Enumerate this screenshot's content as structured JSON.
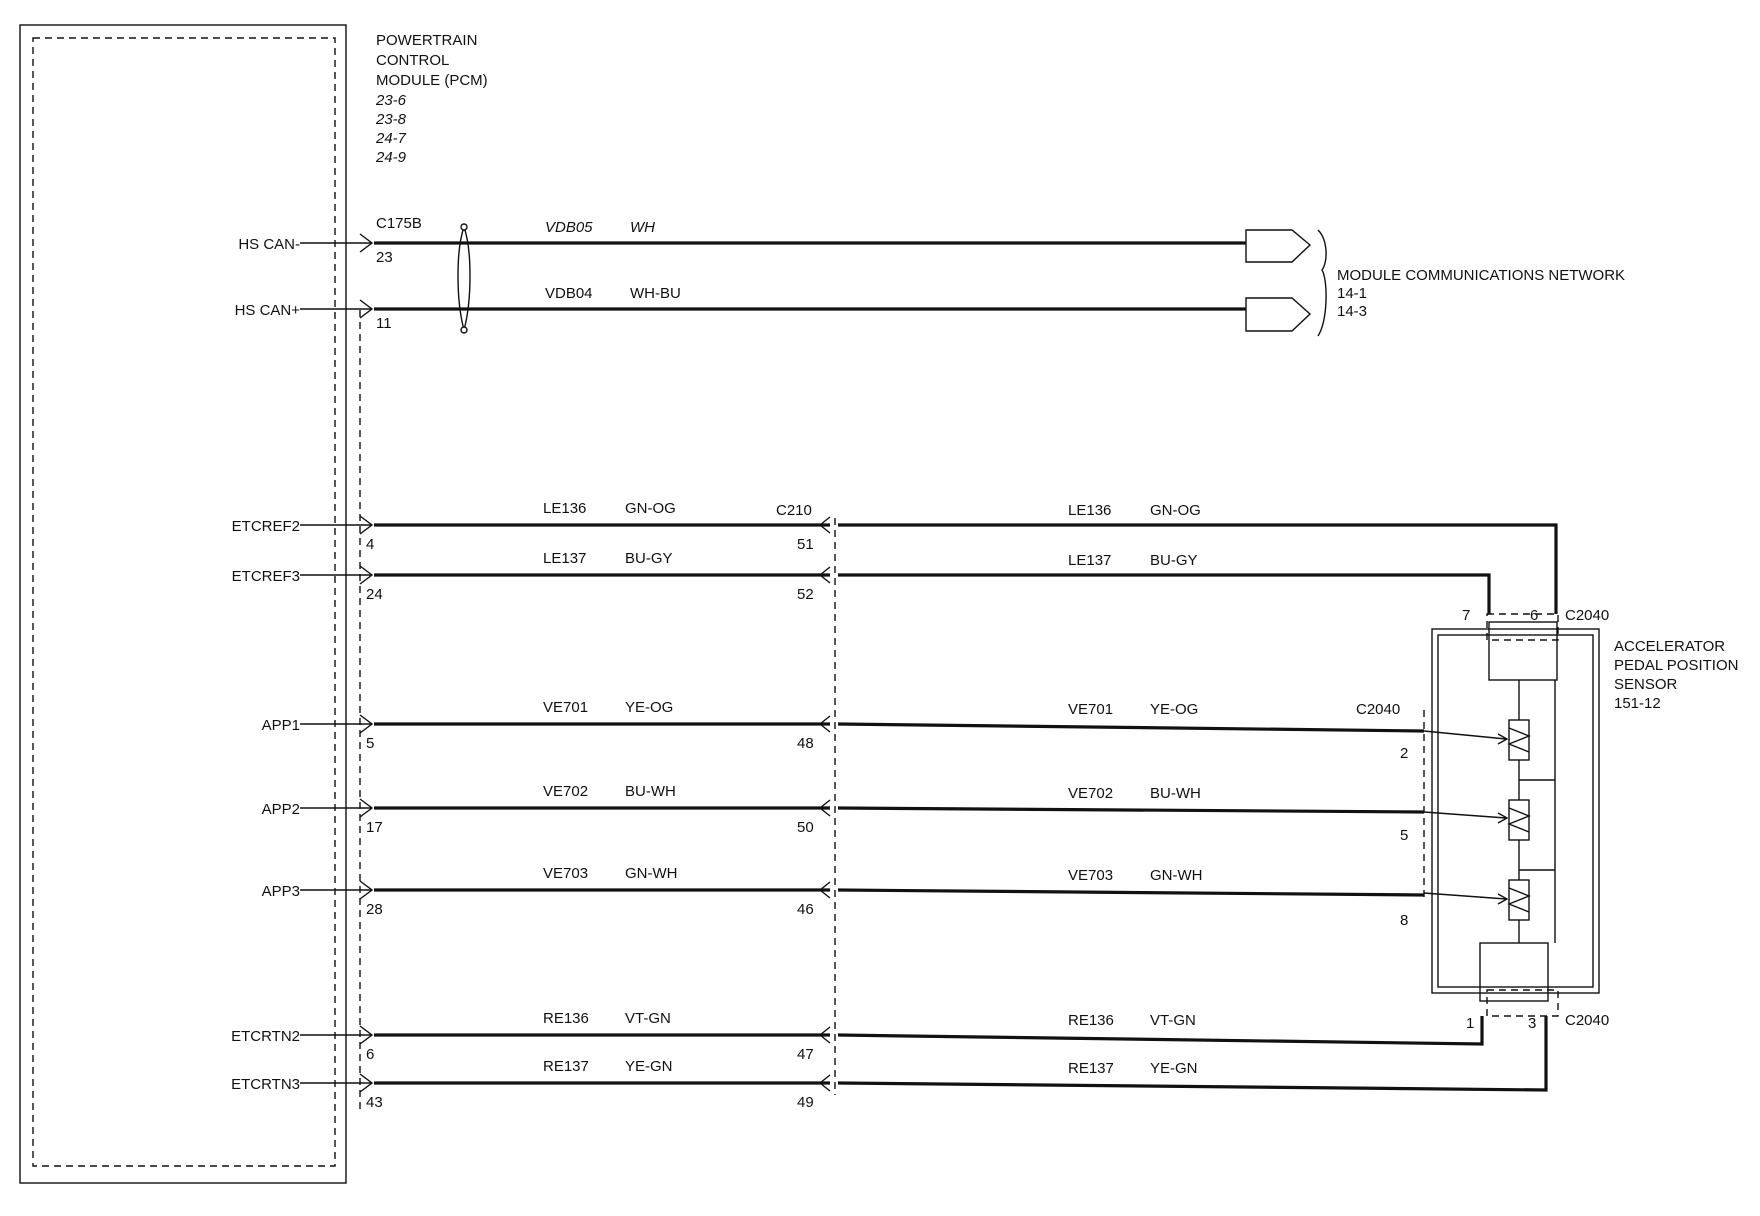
{
  "pcm": {
    "title_lines": [
      "POWERTRAIN",
      "CONTROL",
      "MODULE (PCM)",
      "23-6",
      "23-8",
      "24-7",
      "24-9"
    ],
    "connector": "C175B"
  },
  "inline_connector": "C210",
  "sensor": {
    "title_lines": [
      "ACCELERATOR",
      "PEDAL POSITION",
      "SENSOR",
      "151-12"
    ],
    "connector_top": "C2040",
    "connector_mid": "C2040",
    "connector_bottom": "C2040"
  },
  "network": {
    "title": "MODULE COMMUNICATIONS NETWORK",
    "refs": [
      "14-1",
      "14-3"
    ]
  },
  "can_signals": [
    {
      "signal": "HS CAN-",
      "pin": "23",
      "circuit": "VDB05",
      "color": "WH"
    },
    {
      "signal": "HS CAN+",
      "pin": "11",
      "circuit": "VDB04",
      "color": "WH-BU"
    }
  ],
  "signals": [
    {
      "signal": "ETCREF2",
      "pcm_pin": "4",
      "circuit": "LE136",
      "color": "GN-OG",
      "c210_pin": "51",
      "sensor_pin": "6"
    },
    {
      "signal": "ETCREF3",
      "pcm_pin": "24",
      "circuit": "LE137",
      "color": "BU-GY",
      "c210_pin": "52",
      "sensor_pin": "7"
    },
    {
      "signal": "APP1",
      "pcm_pin": "5",
      "circuit": "VE701",
      "color": "YE-OG",
      "c210_pin": "48",
      "sensor_pin": "2"
    },
    {
      "signal": "APP2",
      "pcm_pin": "17",
      "circuit": "VE702",
      "color": "BU-WH",
      "c210_pin": "50",
      "sensor_pin": "5"
    },
    {
      "signal": "APP3",
      "pcm_pin": "28",
      "circuit": "VE703",
      "color": "GN-WH",
      "c210_pin": "46",
      "sensor_pin": "8"
    },
    {
      "signal": "ETCRTN2",
      "pcm_pin": "6",
      "circuit": "RE136",
      "color": "VT-GN",
      "c210_pin": "47",
      "sensor_pin": "1"
    },
    {
      "signal": "ETCRTN3",
      "pcm_pin": "43",
      "circuit": "RE137",
      "color": "YE-GN",
      "c210_pin": "49",
      "sensor_pin": "3"
    }
  ]
}
